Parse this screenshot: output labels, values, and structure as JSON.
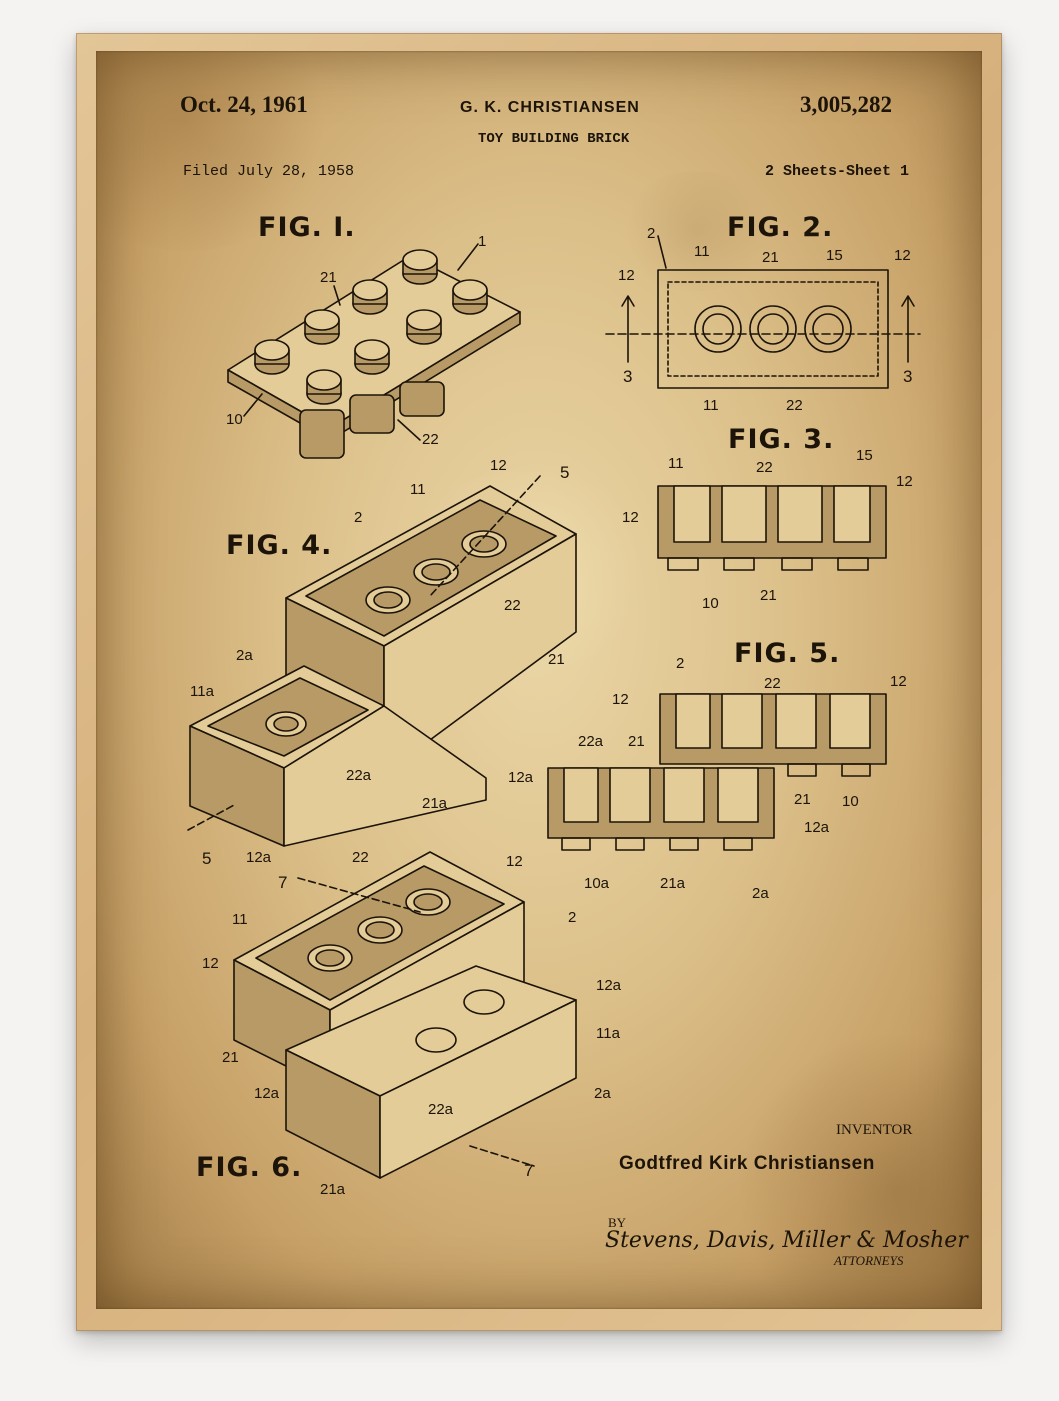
{
  "header": {
    "date": "Oct. 24, 1961",
    "inventor_short": "G. K. CHRISTIANSEN",
    "patent_number": "3,005,282",
    "title": "TOY BUILDING BRICK",
    "filed": "Filed July 28, 1958",
    "sheets": "2 Sheets-Sheet 1"
  },
  "figures": {
    "fig1": "FIG. I.",
    "fig2": "FIG. 2.",
    "fig3": "FIG. 3.",
    "fig4": "FIG. 4.",
    "fig5": "FIG. 5.",
    "fig6": "FIG. 6."
  },
  "footer": {
    "inventor_label": "INVENTOR",
    "inventor_name": "Godtfred Kirk Christiansen",
    "by_label": "BY",
    "attorneys_signature": "Stevens, Davis, Miller & Mosher",
    "attorneys_label": "ATTORNEYS"
  },
  "colors": {
    "ink": "#1c1409",
    "paper": "#dcc08a",
    "frame": "#d9b681"
  }
}
